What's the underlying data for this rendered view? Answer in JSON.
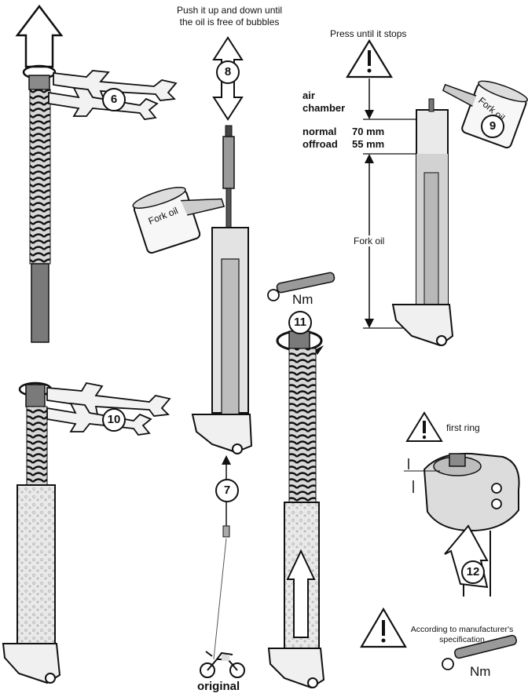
{
  "steps": {
    "s6": "6",
    "s7": "7",
    "s8": "8",
    "s9": "9",
    "s10": "10",
    "s11": "11",
    "s12": "12"
  },
  "labels": {
    "push_line1": "Push it up and down until",
    "push_line2": "the oil is free of bubbles",
    "press_until_stops": "Press until it stops",
    "air": "air",
    "chamber": "chamber",
    "normal": "normal",
    "normal_value": "70 mm",
    "offroad": "offroad",
    "offroad_value": "55 mm",
    "fork_oil": "Fork oil",
    "fork_oil_can": "Fork oil",
    "nm": "Nm",
    "first_ring": "first ring",
    "manufacturer_line1": "According to manufacturer's",
    "manufacturer_line2": "specification",
    "original": "original"
  },
  "icons": {
    "warning": "warning-triangle-icon",
    "torque_wrench": "torque-wrench-icon",
    "motorcycle": "motorcycle-icon",
    "open_wrench": "open-end-wrench-icon",
    "oil_can": "oil-can-icon"
  }
}
